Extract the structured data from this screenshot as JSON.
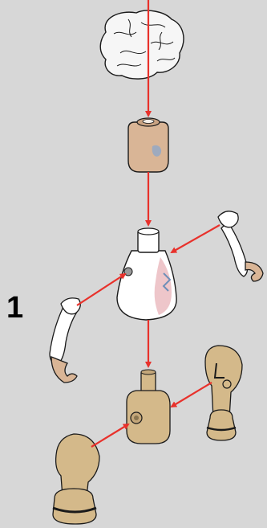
{
  "step": {
    "number": "1"
  },
  "colors": {
    "background": "#d7d7d7",
    "arrow": "#e8312b",
    "skin": "#d9b596",
    "tan": "#d4b98a",
    "torso": "#ffffff",
    "outline": "#1a1a1a"
  },
  "parts": [
    {
      "name": "hair-piece"
    },
    {
      "name": "head-piece"
    },
    {
      "name": "torso-piece"
    },
    {
      "name": "right-arm-piece"
    },
    {
      "name": "left-arm-piece"
    },
    {
      "name": "hip-piece"
    },
    {
      "name": "right-leg-piece"
    },
    {
      "name": "left-leg-piece"
    }
  ]
}
